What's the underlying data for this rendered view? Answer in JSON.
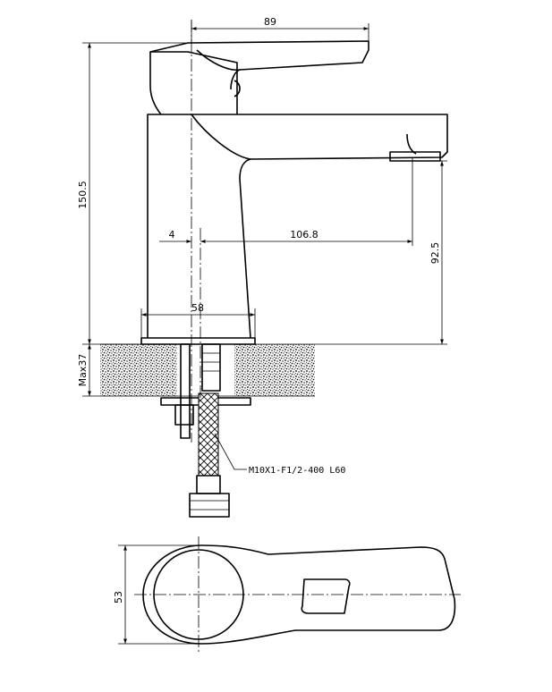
{
  "drawing": {
    "dimensions": {
      "top_width": "89",
      "total_height": "150.5",
      "offset": "4",
      "spout_reach": "106.8",
      "spout_height": "92.5",
      "base_width": "58",
      "max_deck": "Max37",
      "plan_width": "53"
    },
    "hose_note": "M10X1-F1/2-400  L60",
    "colors": {
      "line": "#000000",
      "background": "#ffffff"
    }
  }
}
